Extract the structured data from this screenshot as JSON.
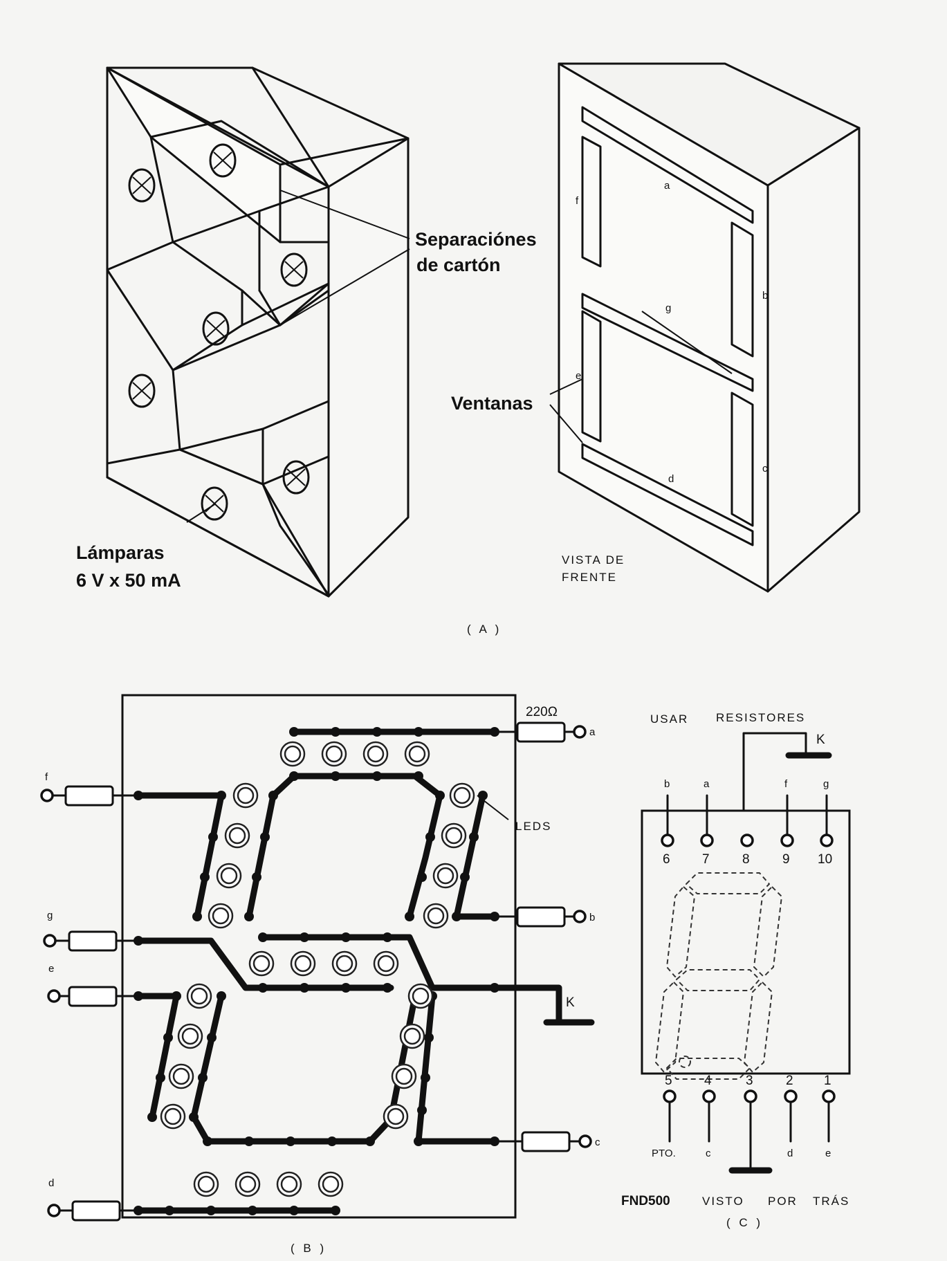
{
  "figA": {
    "caption": "( A )",
    "separaciones_line1": "Separaciónes",
    "separaciones_line2": "de cartón",
    "ventanas": "Ventanas",
    "lamparas_line1": "Lámparas",
    "lamparas_line2": "6 V x 50 mA",
    "vista_line1": "VISTA DE",
    "vista_line2": "FRENTE",
    "segments": {
      "a": "a",
      "b": "b",
      "c": "c",
      "d": "d",
      "e": "e",
      "f": "f",
      "g": "g"
    }
  },
  "figB": {
    "caption": "( B )",
    "resistor": "220Ω",
    "leds": "LEDS",
    "k": "K",
    "terminals": {
      "a": "a",
      "b": "b",
      "c": "c",
      "d": "d",
      "e": "e",
      "f": "f",
      "g": "g"
    }
  },
  "figC": {
    "caption": "( C )",
    "usar": "USAR",
    "resistores": "RESISTORES",
    "k": "K",
    "top_letters": [
      "b",
      "a",
      "f",
      "g"
    ],
    "top_pins": [
      "6",
      "7",
      "8",
      "9",
      "10"
    ],
    "bottom_pins": [
      "5",
      "4",
      "3",
      "2",
      "1"
    ],
    "bottom_letters": {
      "pto": "PTO.",
      "c": "c",
      "d": "d",
      "e": "e"
    },
    "fnd": "FND500",
    "visto": "VISTO",
    "por": "POR",
    "tras": "TRÁS"
  }
}
